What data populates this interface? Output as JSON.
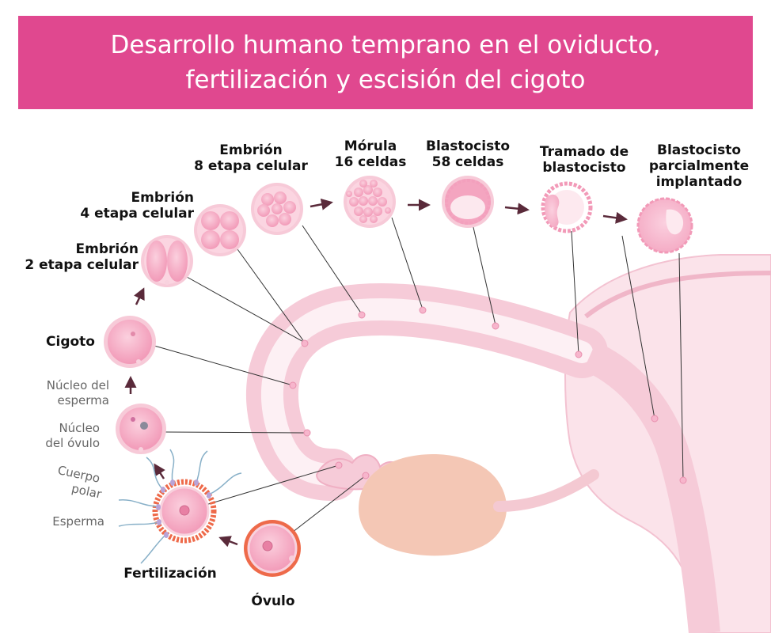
{
  "title": {
    "line1": "Desarrollo humano temprano en el oviducto,",
    "line2": "fertilización y escisión del cigoto"
  },
  "stages": {
    "embryo8": {
      "line1": "Embrión",
      "line2": "8 etapa celular"
    },
    "morula": {
      "line1": "Mórula",
      "line2": "16 celdas"
    },
    "blastocyst": {
      "line1": "Blastocisto",
      "line2": "58 celdas"
    },
    "hatching": {
      "line1": "Tramado de",
      "line2": "blastocisto"
    },
    "implanted": {
      "line1": "Blastocisto",
      "line2": "parcialmente",
      "line3": "implantado"
    },
    "embryo4": {
      "line1": "Embrión",
      "line2": "4 etapa celular"
    },
    "embryo2": {
      "line1": "Embrión",
      "line2": "2 etapa celular"
    },
    "zygote": "Cigoto",
    "fertilization": "Fertilización",
    "ovum": "Óvulo"
  },
  "parts": {
    "sperm_nucleus": {
      "line1": "Núcleo del",
      "line2": "esperma"
    },
    "ovum_nucleus": {
      "line1": "Núcleo",
      "line2": "del óvulo"
    },
    "polar_body": {
      "line1": "Cuerpo",
      "line2": "polar"
    },
    "sperm": "Esperma"
  },
  "colors": {
    "banner": "#e0488f",
    "cell_fill": "#f7b5cc",
    "cell_border": "#f4c9d6",
    "oviduct": "#fbe3ea",
    "ovary": "#f4c7b5",
    "arrow": "#5a2a3a",
    "zona_orange": "#ee6a4a"
  }
}
